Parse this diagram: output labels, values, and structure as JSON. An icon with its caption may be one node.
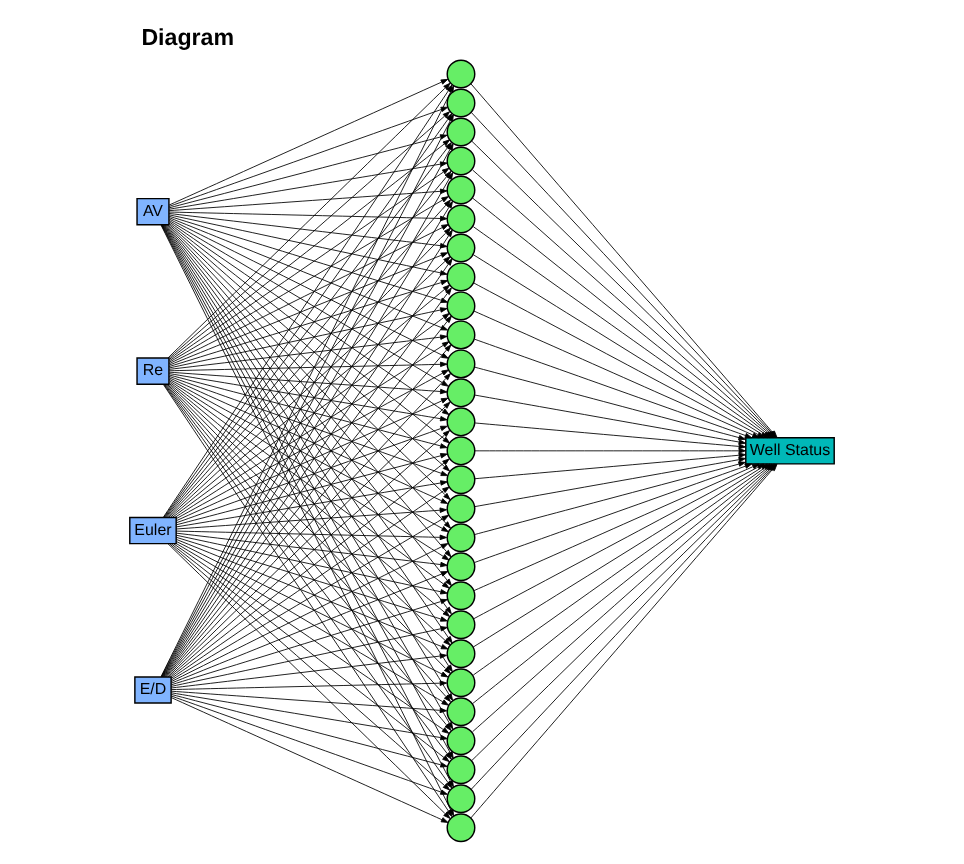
{
  "diagram": {
    "title": "Diagram",
    "nodes": [
      {
        "text": [
          "AV"
        ]
      },
      {
        "text": [
          "Re"
        ]
      },
      {
        "text": [
          "Euler"
        ]
      },
      {
        "text": [
          "E/D"
        ]
      },
      {
        "text": [],
        "shape": "circle"
      },
      {
        "text": [],
        "shape": "circle"
      },
      {
        "text": [],
        "shape": "circle"
      },
      {
        "text": [],
        "shape": "circle"
      },
      {
        "text": [],
        "shape": "circle"
      },
      {
        "text": [],
        "shape": "circle"
      },
      {
        "text": [],
        "shape": "circle"
      },
      {
        "text": [],
        "shape": "circle"
      },
      {
        "text": [],
        "shape": "circle"
      },
      {
        "text": [],
        "shape": "circle"
      },
      {
        "text": [],
        "shape": "circle"
      },
      {
        "text": [],
        "shape": "circle"
      },
      {
        "text": [],
        "shape": "circle"
      },
      {
        "text": [],
        "shape": "circle"
      },
      {
        "text": [],
        "shape": "circle"
      },
      {
        "text": [],
        "shape": "circle"
      },
      {
        "text": [],
        "shape": "circle"
      },
      {
        "text": [],
        "shape": "circle"
      },
      {
        "text": [],
        "shape": "circle"
      },
      {
        "text": [],
        "shape": "circle"
      },
      {
        "text": [],
        "shape": "circle"
      },
      {
        "text": [],
        "shape": "circle"
      },
      {
        "text": [],
        "shape": "circle"
      },
      {
        "text": [],
        "shape": "circle"
      },
      {
        "text": [],
        "shape": "circle"
      },
      {
        "text": [],
        "shape": "circle"
      },
      {
        "text": [],
        "shape": "circle"
      },
      {
        "text": [
          "Well Status"
        ]
      }
    ],
    "edges": [
      {
        "from": 0,
        "to": 4,
        "arrow": "to"
      },
      {
        "from": 0,
        "to": 5,
        "arrow": "to"
      },
      {
        "from": 0,
        "to": 6,
        "arrow": "to"
      },
      {
        "from": 0,
        "to": 7,
        "arrow": "to"
      },
      {
        "from": 0,
        "to": 8,
        "arrow": "to"
      },
      {
        "from": 0,
        "to": 9,
        "arrow": "to"
      },
      {
        "from": 0,
        "to": 10,
        "arrow": "to"
      },
      {
        "from": 0,
        "to": 11,
        "arrow": "to"
      },
      {
        "from": 0,
        "to": 12,
        "arrow": "to"
      },
      {
        "from": 0,
        "to": 13,
        "arrow": "to"
      },
      {
        "from": 0,
        "to": 14,
        "arrow": "to"
      },
      {
        "from": 0,
        "to": 15,
        "arrow": "to"
      },
      {
        "from": 0,
        "to": 16,
        "arrow": "to"
      },
      {
        "from": 0,
        "to": 17,
        "arrow": "to"
      },
      {
        "from": 0,
        "to": 18,
        "arrow": "to"
      },
      {
        "from": 0,
        "to": 19,
        "arrow": "to"
      },
      {
        "from": 0,
        "to": 20,
        "arrow": "to"
      },
      {
        "from": 0,
        "to": 21,
        "arrow": "to"
      },
      {
        "from": 0,
        "to": 22,
        "arrow": "to"
      },
      {
        "from": 0,
        "to": 23,
        "arrow": "to"
      },
      {
        "from": 0,
        "to": 24,
        "arrow": "to"
      },
      {
        "from": 0,
        "to": 25,
        "arrow": "to"
      },
      {
        "from": 0,
        "to": 26,
        "arrow": "to"
      },
      {
        "from": 0,
        "to": 27,
        "arrow": "to"
      },
      {
        "from": 0,
        "to": 28,
        "arrow": "to"
      },
      {
        "from": 0,
        "to": 29,
        "arrow": "to"
      },
      {
        "from": 0,
        "to": 30,
        "arrow": "to"
      },
      {
        "from": 1,
        "to": 4,
        "arrow": "to"
      },
      {
        "from": 1,
        "to": 5,
        "arrow": "to"
      },
      {
        "from": 1,
        "to": 6,
        "arrow": "to"
      },
      {
        "from": 1,
        "to": 7,
        "arrow": "to"
      },
      {
        "from": 1,
        "to": 8,
        "arrow": "to"
      },
      {
        "from": 1,
        "to": 9,
        "arrow": "to"
      },
      {
        "from": 1,
        "to": 10,
        "arrow": "to"
      },
      {
        "from": 1,
        "to": 11,
        "arrow": "to"
      },
      {
        "from": 1,
        "to": 12,
        "arrow": "to"
      },
      {
        "from": 1,
        "to": 13,
        "arrow": "to"
      },
      {
        "from": 1,
        "to": 14,
        "arrow": "to"
      },
      {
        "from": 1,
        "to": 15,
        "arrow": "to"
      },
      {
        "from": 1,
        "to": 16,
        "arrow": "to"
      },
      {
        "from": 1,
        "to": 17,
        "arrow": "to"
      },
      {
        "from": 1,
        "to": 18,
        "arrow": "to"
      },
      {
        "from": 1,
        "to": 19,
        "arrow": "to"
      },
      {
        "from": 1,
        "to": 20,
        "arrow": "to"
      },
      {
        "from": 1,
        "to": 21,
        "arrow": "to"
      },
      {
        "from": 1,
        "to": 22,
        "arrow": "to"
      },
      {
        "from": 1,
        "to": 23,
        "arrow": "to"
      },
      {
        "from": 1,
        "to": 24,
        "arrow": "to"
      },
      {
        "from": 1,
        "to": 25,
        "arrow": "to"
      },
      {
        "from": 1,
        "to": 26,
        "arrow": "to"
      },
      {
        "from": 1,
        "to": 27,
        "arrow": "to"
      },
      {
        "from": 1,
        "to": 28,
        "arrow": "to"
      },
      {
        "from": 1,
        "to": 29,
        "arrow": "to"
      },
      {
        "from": 1,
        "to": 30,
        "arrow": "to"
      },
      {
        "from": 2,
        "to": 4,
        "arrow": "to"
      },
      {
        "from": 2,
        "to": 5,
        "arrow": "to"
      },
      {
        "from": 2,
        "to": 6,
        "arrow": "to"
      },
      {
        "from": 2,
        "to": 7,
        "arrow": "to"
      },
      {
        "from": 2,
        "to": 8,
        "arrow": "to"
      },
      {
        "from": 2,
        "to": 9,
        "arrow": "to"
      },
      {
        "from": 2,
        "to": 10,
        "arrow": "to"
      },
      {
        "from": 2,
        "to": 11,
        "arrow": "to"
      },
      {
        "from": 2,
        "to": 12,
        "arrow": "to"
      },
      {
        "from": 2,
        "to": 13,
        "arrow": "to"
      },
      {
        "from": 2,
        "to": 14,
        "arrow": "to"
      },
      {
        "from": 2,
        "to": 15,
        "arrow": "to"
      },
      {
        "from": 2,
        "to": 16,
        "arrow": "to"
      },
      {
        "from": 2,
        "to": 17,
        "arrow": "to"
      },
      {
        "from": 2,
        "to": 18,
        "arrow": "to"
      },
      {
        "from": 2,
        "to": 19,
        "arrow": "to"
      },
      {
        "from": 2,
        "to": 20,
        "arrow": "to"
      },
      {
        "from": 2,
        "to": 21,
        "arrow": "to"
      },
      {
        "from": 2,
        "to": 22,
        "arrow": "to"
      },
      {
        "from": 2,
        "to": 23,
        "arrow": "to"
      },
      {
        "from": 2,
        "to": 24,
        "arrow": "to"
      },
      {
        "from": 2,
        "to": 25,
        "arrow": "to"
      },
      {
        "from": 2,
        "to": 26,
        "arrow": "to"
      },
      {
        "from": 2,
        "to": 27,
        "arrow": "to"
      },
      {
        "from": 2,
        "to": 28,
        "arrow": "to"
      },
      {
        "from": 2,
        "to": 29,
        "arrow": "to"
      },
      {
        "from": 2,
        "to": 30,
        "arrow": "to"
      },
      {
        "from": 3,
        "to": 4,
        "arrow": "to"
      },
      {
        "from": 3,
        "to": 5,
        "arrow": "to"
      },
      {
        "from": 3,
        "to": 6,
        "arrow": "to"
      },
      {
        "from": 3,
        "to": 7,
        "arrow": "to"
      },
      {
        "from": 3,
        "to": 8,
        "arrow": "to"
      },
      {
        "from": 3,
        "to": 9,
        "arrow": "to"
      },
      {
        "from": 3,
        "to": 10,
        "arrow": "to"
      },
      {
        "from": 3,
        "to": 11,
        "arrow": "to"
      },
      {
        "from": 3,
        "to": 12,
        "arrow": "to"
      },
      {
        "from": 3,
        "to": 13,
        "arrow": "to"
      },
      {
        "from": 3,
        "to": 14,
        "arrow": "to"
      },
      {
        "from": 3,
        "to": 15,
        "arrow": "to"
      },
      {
        "from": 3,
        "to": 16,
        "arrow": "to"
      },
      {
        "from": 3,
        "to": 17,
        "arrow": "to"
      },
      {
        "from": 3,
        "to": 18,
        "arrow": "to"
      },
      {
        "from": 3,
        "to": 19,
        "arrow": "to"
      },
      {
        "from": 3,
        "to": 20,
        "arrow": "to"
      },
      {
        "from": 3,
        "to": 21,
        "arrow": "to"
      },
      {
        "from": 3,
        "to": 22,
        "arrow": "to"
      },
      {
        "from": 3,
        "to": 23,
        "arrow": "to"
      },
      {
        "from": 3,
        "to": 24,
        "arrow": "to"
      },
      {
        "from": 3,
        "to": 25,
        "arrow": "to"
      },
      {
        "from": 3,
        "to": 26,
        "arrow": "to"
      },
      {
        "from": 3,
        "to": 27,
        "arrow": "to"
      },
      {
        "from": 3,
        "to": 28,
        "arrow": "to"
      },
      {
        "from": 3,
        "to": 29,
        "arrow": "to"
      },
      {
        "from": 3,
        "to": 30,
        "arrow": "to"
      },
      {
        "from": 4,
        "to": 31,
        "arrow": "to"
      },
      {
        "from": 5,
        "to": 31,
        "arrow": "to"
      },
      {
        "from": 6,
        "to": 31,
        "arrow": "to"
      },
      {
        "from": 7,
        "to": 31,
        "arrow": "to"
      },
      {
        "from": 8,
        "to": 31,
        "arrow": "to"
      },
      {
        "from": 9,
        "to": 31,
        "arrow": "to"
      },
      {
        "from": 10,
        "to": 31,
        "arrow": "to"
      },
      {
        "from": 11,
        "to": 31,
        "arrow": "to"
      },
      {
        "from": 12,
        "to": 31,
        "arrow": "to"
      },
      {
        "from": 13,
        "to": 31,
        "arrow": "to"
      },
      {
        "from": 14,
        "to": 31,
        "arrow": "to"
      },
      {
        "from": 15,
        "to": 31,
        "arrow": "to"
      },
      {
        "from": 16,
        "to": 31,
        "arrow": "to"
      },
      {
        "from": 17,
        "to": 31,
        "arrow": "to"
      },
      {
        "from": 18,
        "to": 31,
        "arrow": "to"
      },
      {
        "from": 19,
        "to": 31,
        "arrow": "to"
      },
      {
        "from": 20,
        "to": 31,
        "arrow": "to"
      },
      {
        "from": 21,
        "to": 31,
        "arrow": "to"
      },
      {
        "from": 22,
        "to": 31,
        "arrow": "to"
      },
      {
        "from": 23,
        "to": 31,
        "arrow": "to"
      },
      {
        "from": 24,
        "to": 31,
        "arrow": "to"
      },
      {
        "from": 25,
        "to": 31,
        "arrow": "to"
      },
      {
        "from": 26,
        "to": 31,
        "arrow": "to"
      },
      {
        "from": 27,
        "to": 31,
        "arrow": "to"
      },
      {
        "from": 28,
        "to": 31,
        "arrow": "to"
      },
      {
        "from": 29,
        "to": 31,
        "arrow": "to"
      },
      {
        "from": 30,
        "to": 31,
        "arrow": "to"
      }
    ]
  }
}
